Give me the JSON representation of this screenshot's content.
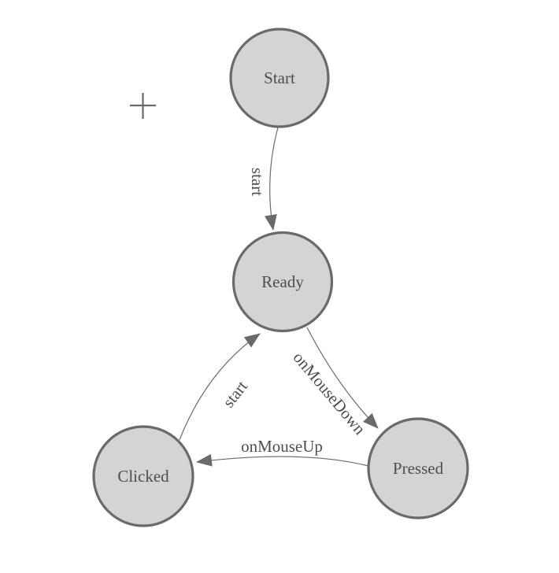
{
  "diagram": {
    "type": "state-machine",
    "colors": {
      "node_fill": "#d4d4d4",
      "node_stroke": "#6a6a6a",
      "edge_stroke": "#6a6a6a",
      "label_color": "#4d4d4d",
      "background": "#ffffff"
    },
    "nodes": [
      {
        "id": "start",
        "label": "Start"
      },
      {
        "id": "ready",
        "label": "Ready"
      },
      {
        "id": "clicked",
        "label": "Clicked"
      },
      {
        "id": "pressed",
        "label": "Pressed"
      }
    ],
    "edges": [
      {
        "from": "start",
        "to": "ready",
        "label": "start"
      },
      {
        "from": "ready",
        "to": "pressed",
        "label": "onMouseDown"
      },
      {
        "from": "pressed",
        "to": "clicked",
        "label": "onMouseUp"
      },
      {
        "from": "clicked",
        "to": "ready",
        "label": "start"
      }
    ],
    "cursor": {
      "glyph": "plus-crosshair"
    }
  }
}
